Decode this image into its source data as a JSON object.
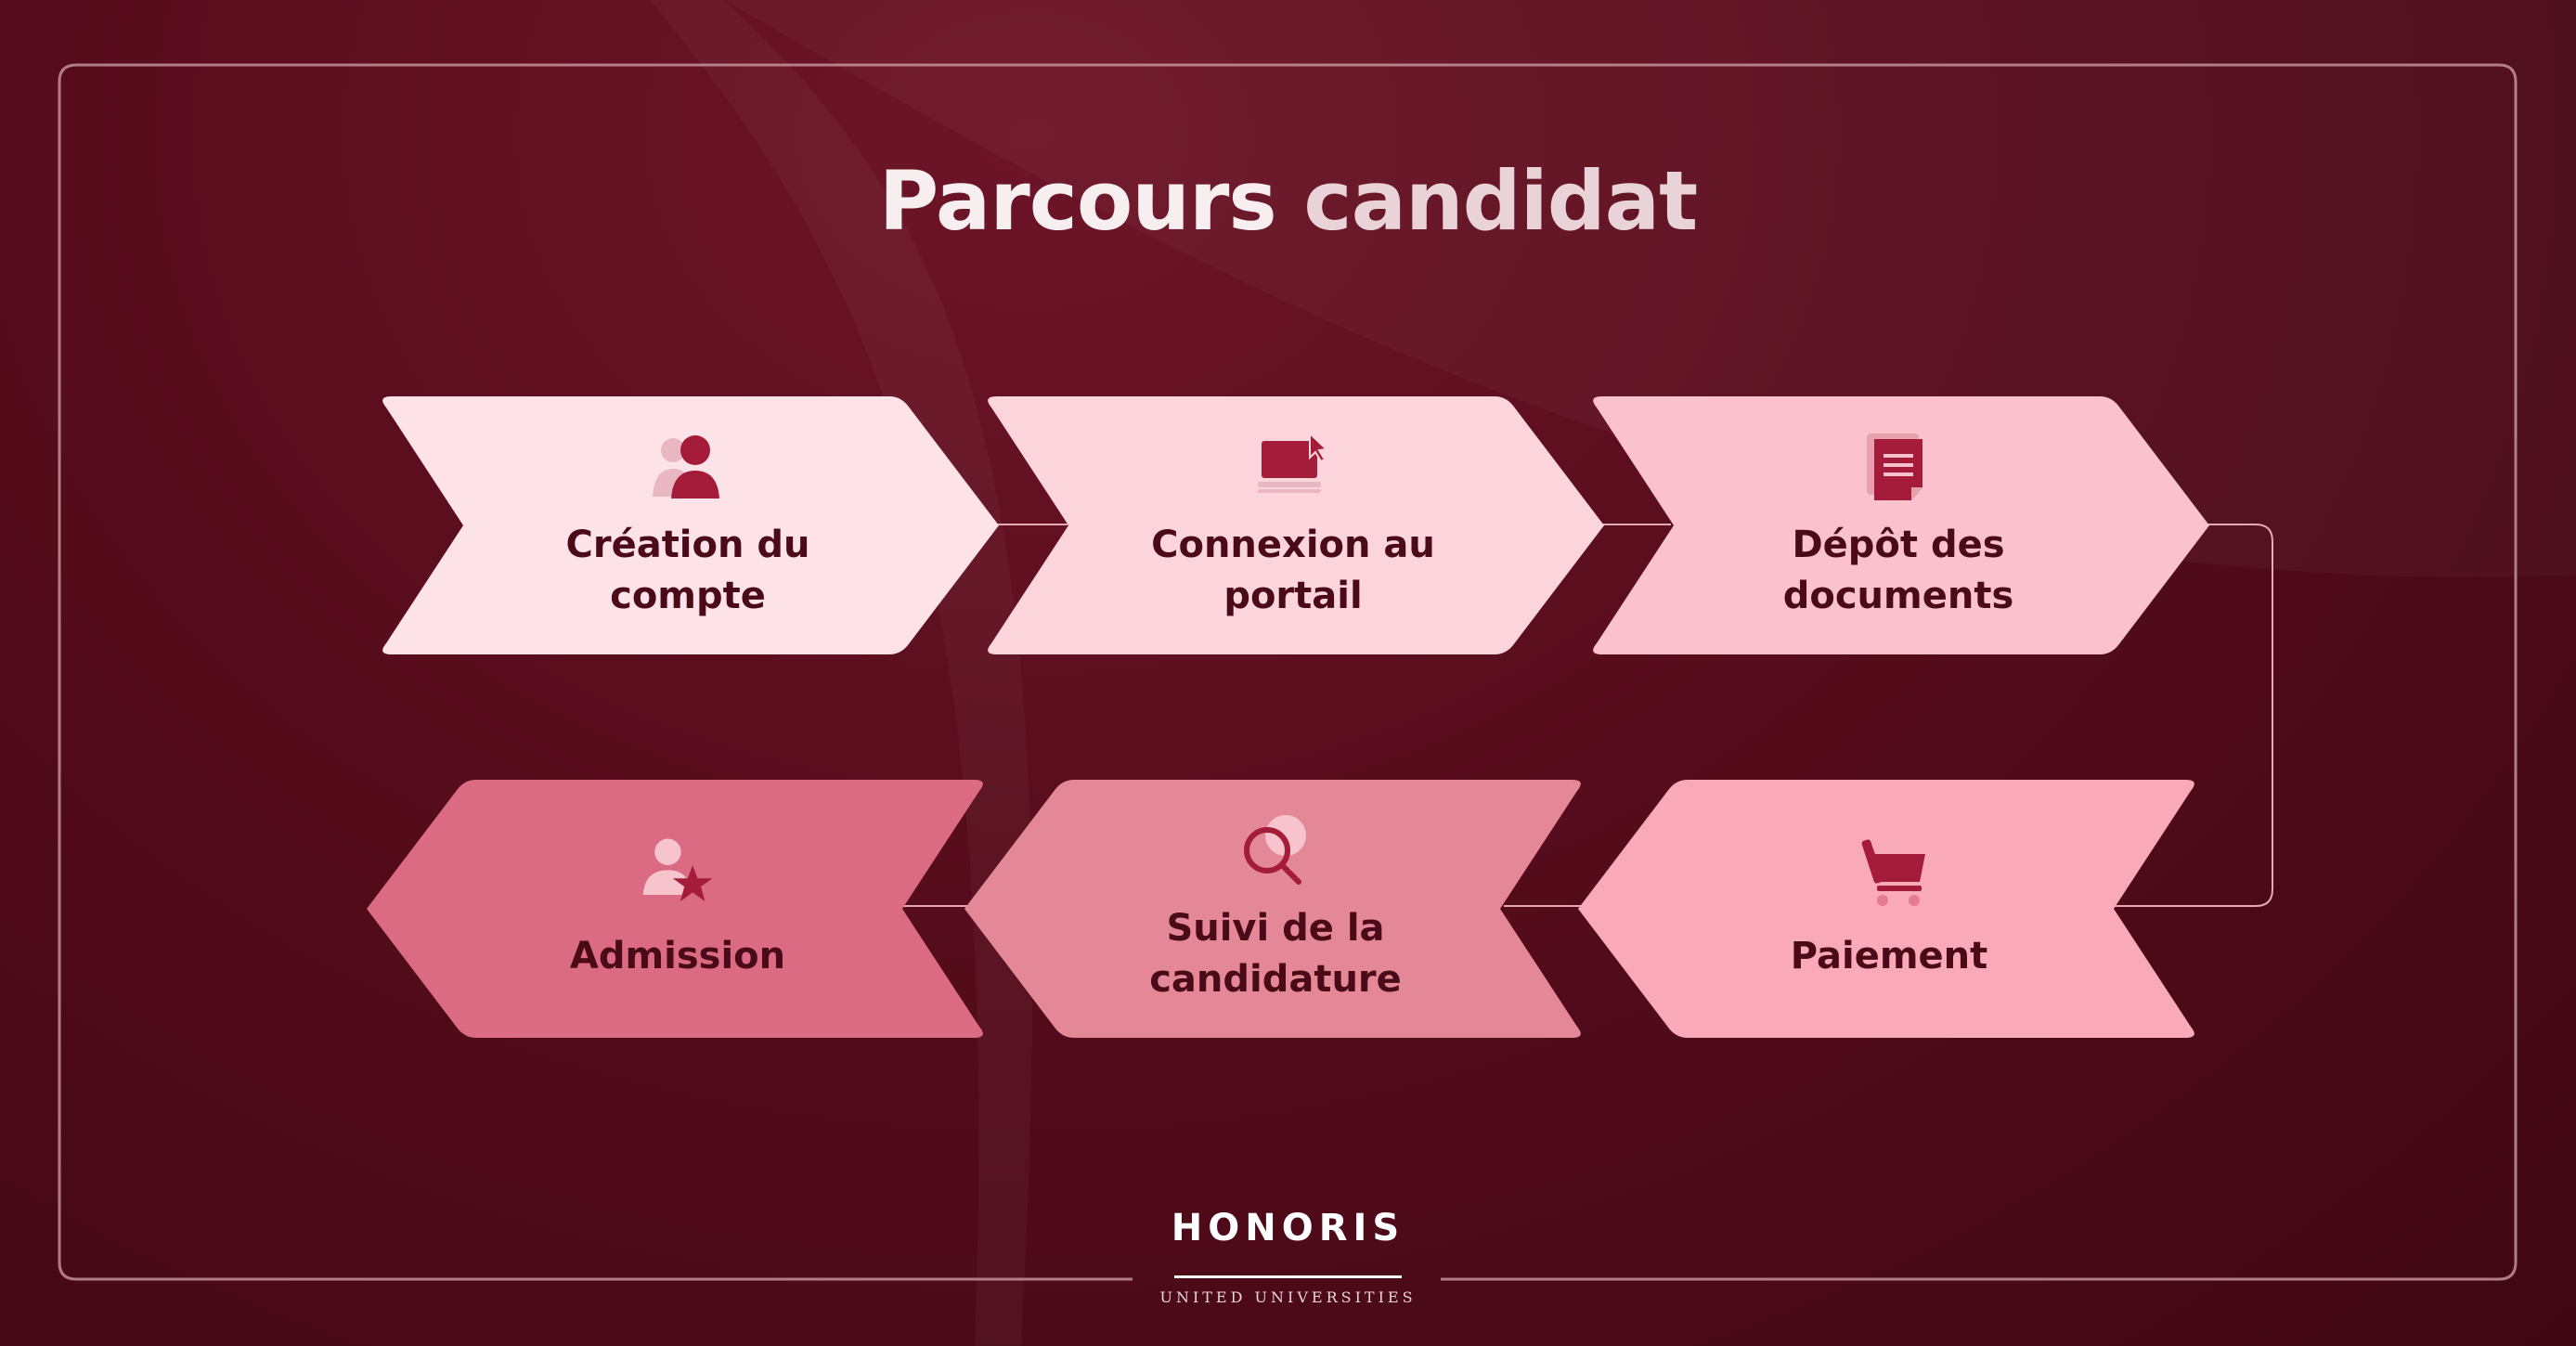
{
  "title": {
    "main": "Parcours",
    "accent": "candidat"
  },
  "steps": [
    {
      "line1": "Création du",
      "line2": "compte",
      "icon": "user-group-icon",
      "fill": "#fde3e7"
    },
    {
      "line1": "Connexion au",
      "line2": "portail",
      "icon": "laptop-cursor-icon",
      "fill": "#fcd5dc"
    },
    {
      "line1": "Dépôt des",
      "line2": "documents",
      "icon": "document-icon",
      "fill": "#fbc2cd"
    },
    {
      "line1": "Paiement",
      "line2": "",
      "icon": "shopping-cart-icon",
      "fill": "#f9a9b8"
    },
    {
      "line1": "Suivi de la",
      "line2": "candidature",
      "icon": "magnifier-icon",
      "fill": "#e48898"
    },
    {
      "line1": "Admission",
      "line2": "",
      "icon": "user-star-icon",
      "fill": "#db6b82"
    }
  ],
  "logo": {
    "word": "HONORIS",
    "subtitle": "UNITED UNIVERSITIES"
  },
  "colors": {
    "background": "#560c1c",
    "icon": "#a41c3a",
    "text": "#4b0a18"
  }
}
